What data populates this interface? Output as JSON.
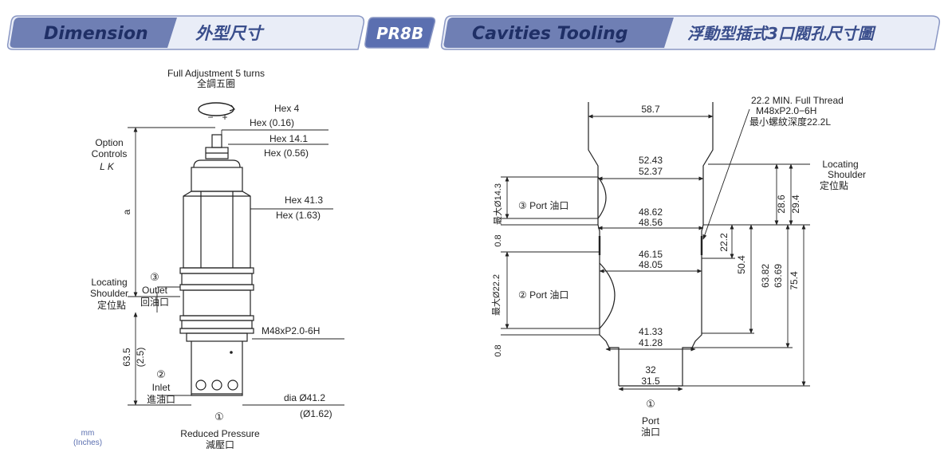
{
  "header": {
    "dimension_en": "Dimension",
    "dimension_zh": "外型尺寸",
    "model": "PR8B",
    "cavities_en": "Cavities Tooling",
    "cavities_zh": "浮動型插式3口閥孔尺寸圖"
  },
  "colors": {
    "tab_dark": "#6f7fb4",
    "tab_light": "#e9edf7",
    "tab_border": "#8a97c4",
    "title_text": "#3a4e8c",
    "model_fill": "#5b6fb0",
    "line": "#222222",
    "units_text": "#5b6fb0"
  },
  "valve": {
    "adjust_en": "Full Adjustment 5 turns",
    "adjust_zh": "全調五圈",
    "minus": "−",
    "plus": "+",
    "hex4": "Hex 4",
    "hex4_in": "Hex (0.16)",
    "hex141": "Hex 14.1",
    "hex141_in": "Hex (0.56)",
    "hex413": "Hex 41.3",
    "hex413_in": "Hex (1.63)",
    "option1": "Option",
    "option2": "Controls",
    "option3": "L    K",
    "dim_a": "a",
    "port3_num": "③",
    "outlet_en": "Outlet",
    "outlet_zh": "回油口",
    "locating1": "Locating",
    "locating2": "Shoulder",
    "locating_zh": "定位點",
    "thread": "M48xP2.0-6H",
    "len": "63.5",
    "len_in": "(2.5)",
    "port2_num": "②",
    "inlet_en": "Inlet",
    "inlet_zh": "進油口",
    "dia": "dia  Ø41.2",
    "dia_in": "(Ø1.62)",
    "port1_num": "①",
    "reduced_en": "Reduced Pressure",
    "reduced_zh": "減壓口",
    "units1": "mm",
    "units2": "(Inches)"
  },
  "cavity": {
    "d587": "58.7",
    "d5243": "52.43",
    "d5237": "52.37",
    "d4862": "48.62",
    "d4856": "48.56",
    "d4615": "46.15",
    "d4805": "48.05",
    "d4133": "41.33",
    "d4128": "41.28",
    "d32": "32",
    "d315": "31.5",
    "thread1": "22.2 MIN. Full Thread",
    "thread2": "M48xP2.0−6H",
    "thread3": "最小螺紋深度22.2L",
    "loc1": "Locating",
    "loc2": "Shoulder",
    "loc_zh": "定位點",
    "v286": "28.6",
    "v294": "29.4",
    "v222": "22.2",
    "v504": "50.4",
    "v6382": "63.82",
    "v6369": "63.69",
    "v754": "75.4",
    "port3": "③ Port 油口",
    "port2": "② Port 油口",
    "port1_num": "①",
    "port1_en": "Port",
    "port1_zh": "油口",
    "l143": "最大Ø14.3",
    "l08a": "0.8",
    "l222": "最大Ø22.2",
    "l08b": "0.8"
  }
}
